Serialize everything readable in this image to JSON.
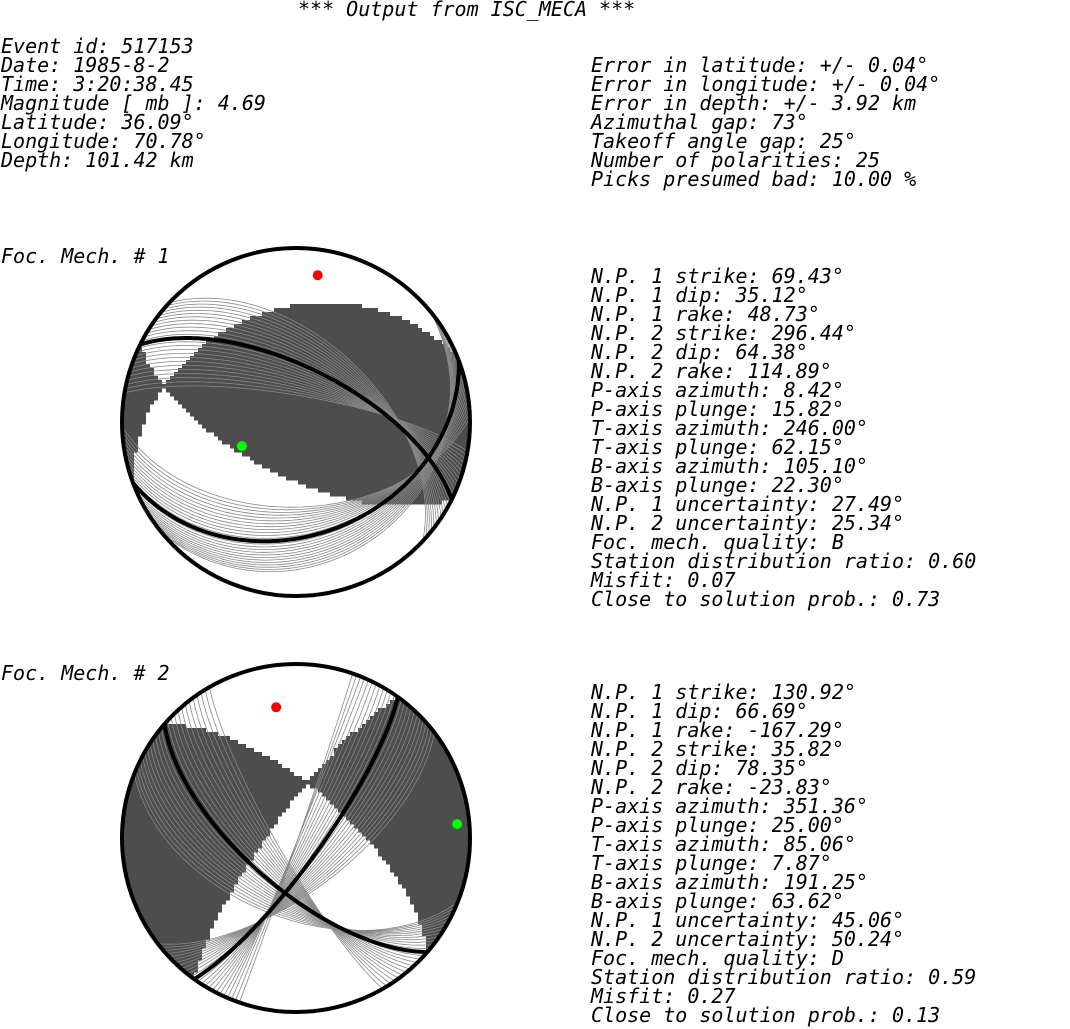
{
  "header": {
    "title": "*** Output from ISC_MECA ***"
  },
  "event": {
    "left": [
      "Event id: 517153",
      "Date: 1985-8-2",
      "Time: 3:20:38.45",
      "Magnitude [ mb ]: 4.69",
      "Latitude: 36.09°",
      "Longitude: 70.78°",
      "Depth: 101.42 km"
    ],
    "right": [
      "Error in latitude: +/- 0.04°",
      "Error in longitude: +/- 0.04°",
      "Error in depth: +/- 3.92 km",
      "Azimuthal gap: 73°",
      "Takeoff angle gap: 25°",
      "Number of polarities: 25",
      "Picks presumed bad: 10.00 %"
    ]
  },
  "mechanisms": [
    {
      "label": "Foc. Mech. # 1",
      "lines": [
        "N.P. 1 strike: 69.43°",
        "N.P. 1 dip: 35.12°",
        "N.P. 1 rake: 48.73°",
        "N.P. 2 strike: 296.44°",
        "N.P. 2 dip: 64.38°",
        "N.P. 2 rake: 114.89°",
        "P-axis azimuth: 8.42°",
        "P-axis plunge: 15.82°",
        "T-axis azimuth: 246.00°",
        "T-axis plunge: 62.15°",
        "B-axis azimuth: 105.10°",
        "B-axis plunge: 22.30°",
        "N.P. 1 uncertainty: 27.49°",
        "N.P. 2 uncertainty: 25.34°",
        "Foc. mech. quality: B",
        "Station distribution ratio: 0.60",
        "Misfit: 0.07",
        "Close to solution prob.: 0.73"
      ]
    },
    {
      "label": "Foc. Mech. # 2",
      "lines": [
        "N.P. 1 strike: 130.92°",
        "N.P. 1 dip: 66.69°",
        "N.P. 1 rake: -167.29°",
        "N.P. 2 strike: 35.82°",
        "N.P. 2 dip: 78.35°",
        "N.P. 2 rake: -23.83°",
        "P-axis azimuth: 351.36°",
        "P-axis plunge: 25.00°",
        "T-axis azimuth: 85.06°",
        "T-axis plunge: 7.87°",
        "B-axis azimuth: 191.25°",
        "B-axis plunge: 63.62°",
        "N.P. 1 uncertainty: 45.06°",
        "N.P. 2 uncertainty: 50.24°",
        "Foc. mech. quality: D",
        "Station distribution ratio: 0.59",
        "Misfit: 0.27",
        "Close to solution prob.: 0.13"
      ]
    }
  ],
  "colors": {
    "background": "#ffffff",
    "compressional_fill": "#4d4d4d",
    "solution_lines": "#888888",
    "p_axis": "#ff0000",
    "t_axis": "#00ff00"
  }
}
